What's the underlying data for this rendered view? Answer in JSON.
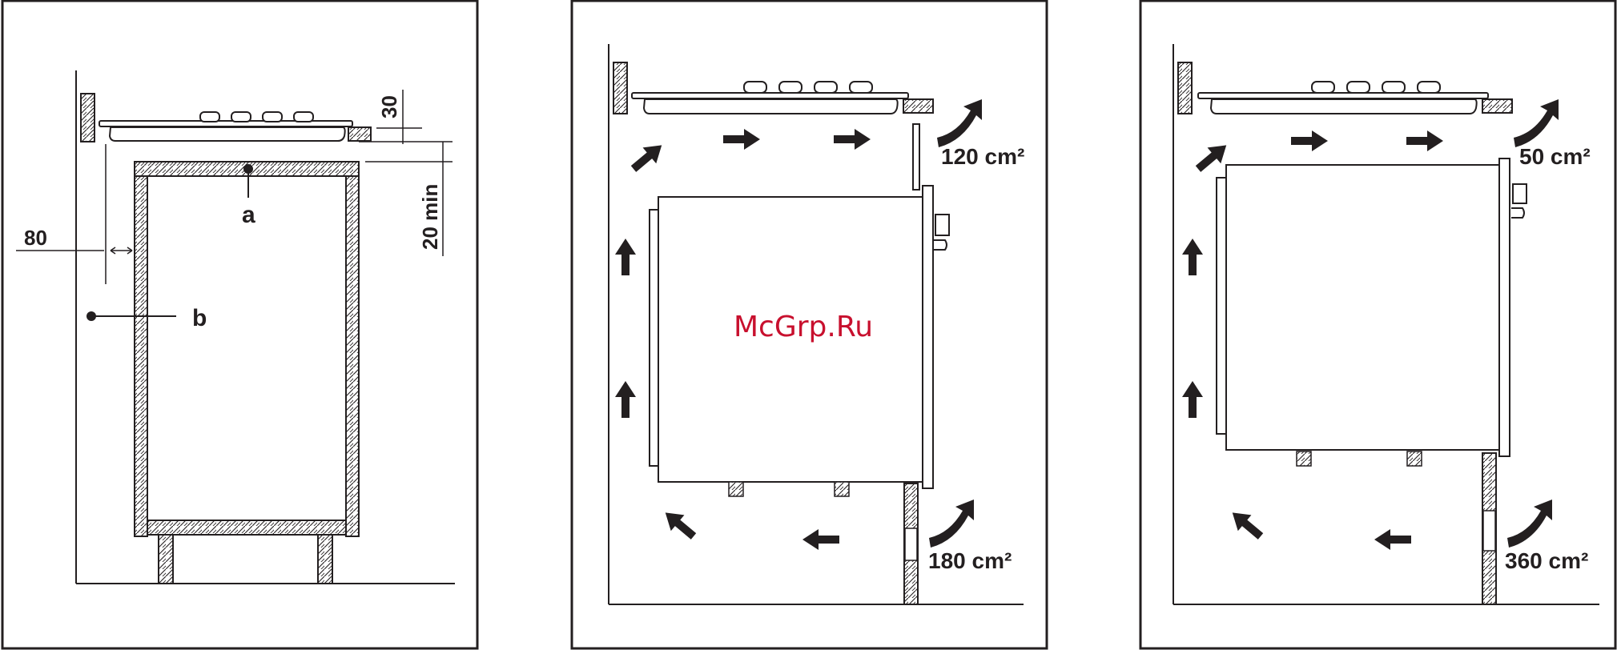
{
  "panel1": {
    "dim_80": "80",
    "dim_30": "30",
    "dim_20min": "20 min",
    "label_a": "a",
    "label_b": "b"
  },
  "panel2": {
    "top_vent": "120 cm²",
    "bottom_vent": "180 cm²"
  },
  "panel3": {
    "top_vent": "50 cm²",
    "bottom_vent": "360 cm²"
  },
  "watermark": "McGrp.Ru",
  "colors": {
    "ink": "#231f20",
    "watermark": "#c8102e",
    "background": "#ffffff"
  }
}
